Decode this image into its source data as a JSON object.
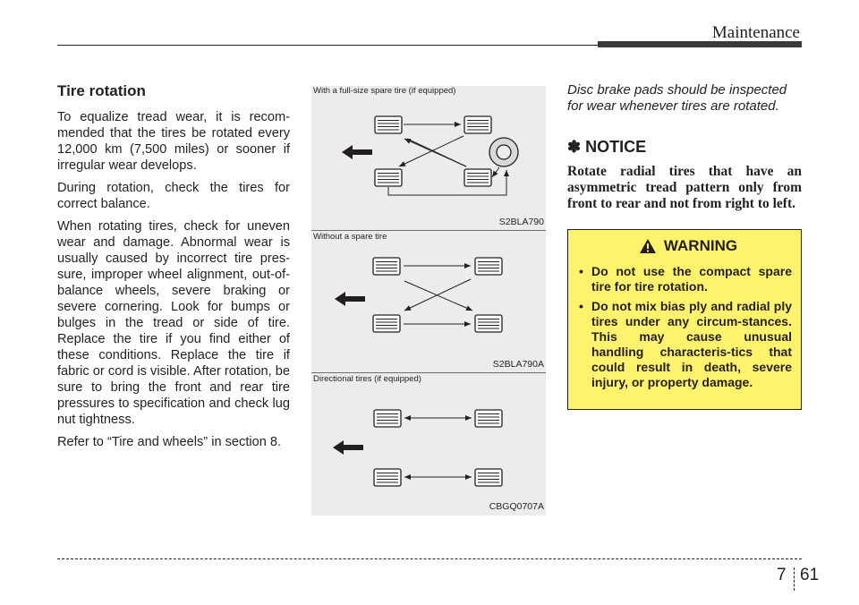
{
  "header": {
    "section_title": "Maintenance"
  },
  "tire_rotation": {
    "title": "Tire rotation",
    "paragraphs": [
      "To equalize tread wear, it is recom-mended that the tires be rotated every 12,000 km (7,500 miles) or sooner if irregular wear develops.",
      "During rotation, check the tires for correct balance.",
      "When rotating tires, check for uneven wear and damage. Abnormal wear is usually caused by incorrect tire pres-sure, improper wheel alignment, out-of-balance wheels, severe braking or severe cornering. Look for bumps or bulges in the tread or side of tire. Replace the tire if you find either of these conditions. Replace the tire if fabric or cord is visible. After rotation, be sure to bring the front and rear tire pressures to specification and check lug nut tightness.",
      "Refer to “Tire and wheels” in section 8."
    ]
  },
  "figures": [
    {
      "label": "With a full-size spare tire (if equipped)",
      "code": "S2BLA790"
    },
    {
      "label": "Without a spare tire",
      "code": "S2BLA790A"
    },
    {
      "label": "Directional tires (if equipped)",
      "code": "CBGQ0707A"
    }
  ],
  "right_column": {
    "intro": "Disc brake pads should be inspected for wear whenever tires are rotated.",
    "notice_title": "✽ NOTICE",
    "notice_body": "Rotate radial tires that have an asymmetric tread pattern only from front to rear and not from right to left."
  },
  "warning": {
    "title": "WARNING",
    "bullet": "•",
    "items": [
      "Do not use the compact spare tire for tire rotation.",
      "Do not mix bias ply and radial ply tires under any circum-stances. This may cause unusual handling characteris-tics that could result in death, severe injury, or property damage."
    ]
  },
  "footer": {
    "chapter": "7",
    "page": "61"
  },
  "colors": {
    "figure_bg": "#ececec",
    "warning_bg": "#fff36e",
    "text": "#231f20"
  }
}
